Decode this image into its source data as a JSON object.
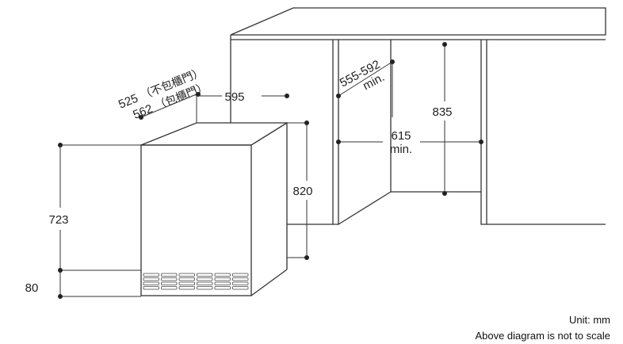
{
  "dimensions": {
    "depth_with_door": "525",
    "depth_with_door_note": "（不包櫃門）",
    "depth_without_door": "562",
    "depth_without_door_note": "（包櫃門）",
    "width": "595",
    "height_total": "820",
    "body_height": "723",
    "plinth_height": "80",
    "niche_depth": "555-592",
    "niche_depth_min": "min.",
    "niche_width": "615",
    "niche_width_min": "min.",
    "niche_height": "835"
  },
  "notes": {
    "unit": "Unit: mm",
    "scale": "Above diagram is not to scale"
  }
}
